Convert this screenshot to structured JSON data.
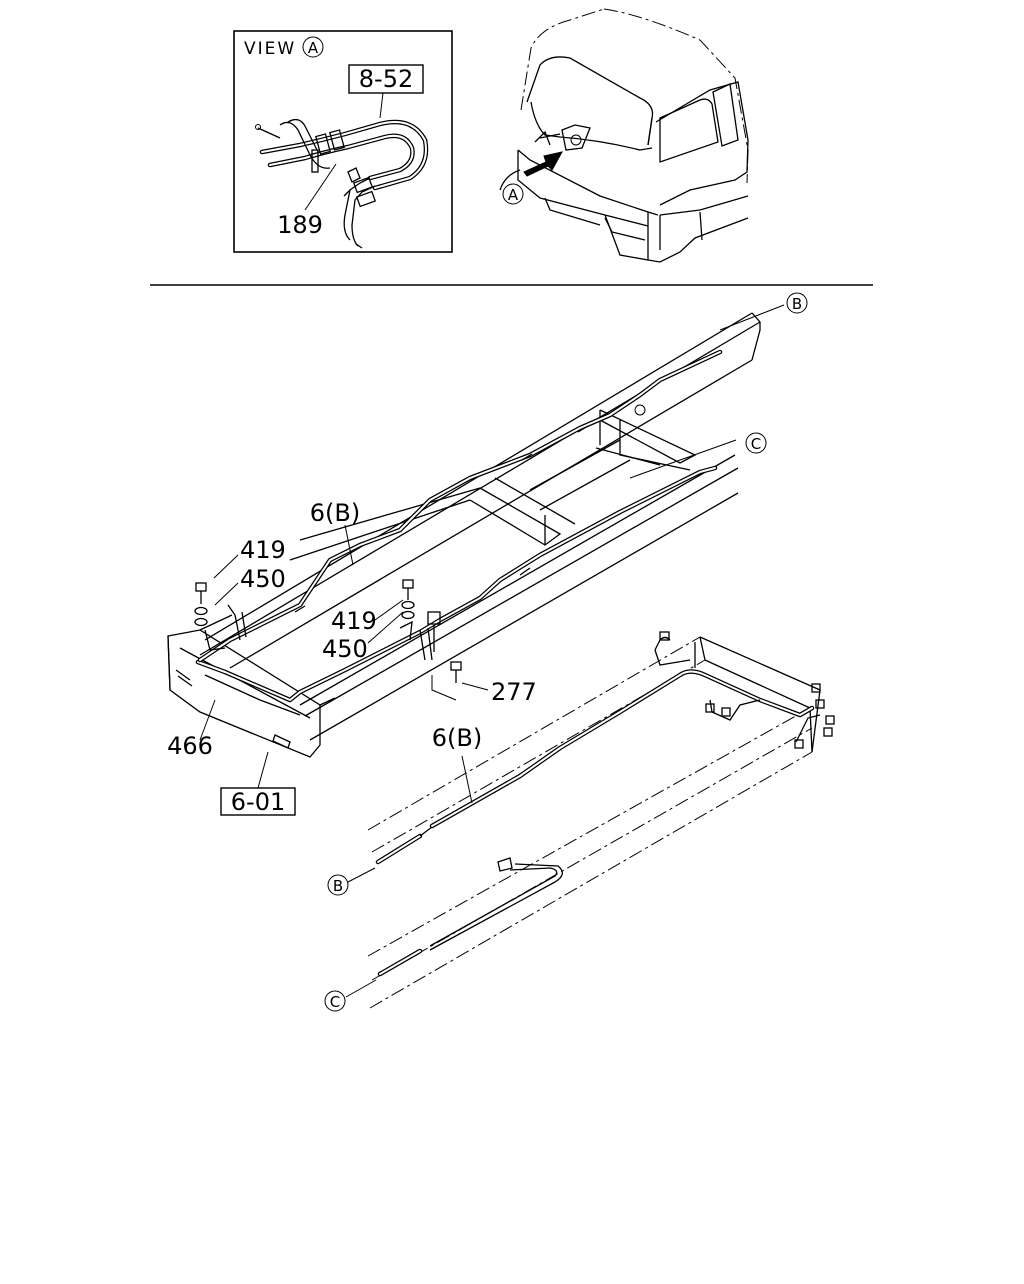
{
  "inset": {
    "view_text": "VIEW",
    "view_circle": "A",
    "ref_box": "8-52",
    "part_189": "189"
  },
  "cab": {
    "marker": "A"
  },
  "main": {
    "marker_b": "B",
    "marker_c": "C",
    "label_6b_upper": "6(B)",
    "label_419_left": "419",
    "label_450_left": "450",
    "label_419_right": "419",
    "label_450_right": "450",
    "label_277": "277",
    "label_466": "466",
    "ref_box": "6-01"
  },
  "lower": {
    "label_6b": "6(B)",
    "marker_b": "B",
    "marker_c": "C"
  }
}
